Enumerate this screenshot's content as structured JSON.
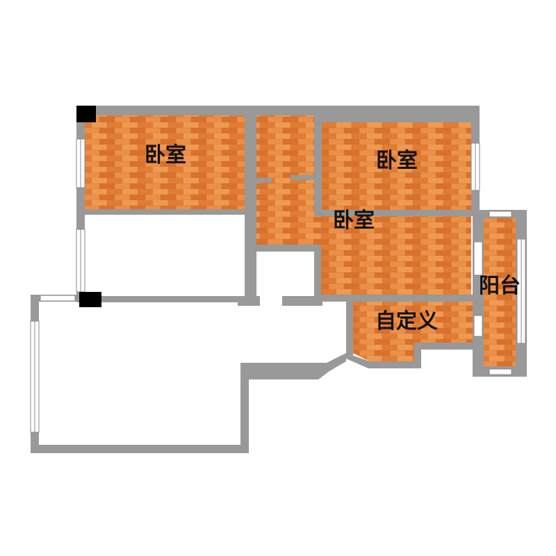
{
  "floorplan": {
    "colors": {
      "wall": "#999999",
      "floor_base": "#e8873e",
      "plank_light": "#ef9a52",
      "plank_dark": "#d9712e",
      "window_glass": "#ffffff",
      "column": "#000000"
    },
    "rooms": [
      {
        "id": "bedroom-1",
        "label": "卧室",
        "flooring": "wood"
      },
      {
        "id": "bedroom-2",
        "label": "卧室",
        "flooring": "wood"
      },
      {
        "id": "bedroom-3",
        "label": "卧室",
        "flooring": "wood"
      },
      {
        "id": "balcony",
        "label": "阳台",
        "flooring": "wood"
      },
      {
        "id": "custom-room",
        "label": "自定义",
        "flooring": "wood"
      },
      {
        "id": "living-area",
        "label": "",
        "flooring": "none"
      },
      {
        "id": "corridor",
        "label": "",
        "flooring": "none"
      },
      {
        "id": "hall",
        "label": "",
        "flooring": "none"
      }
    ]
  }
}
